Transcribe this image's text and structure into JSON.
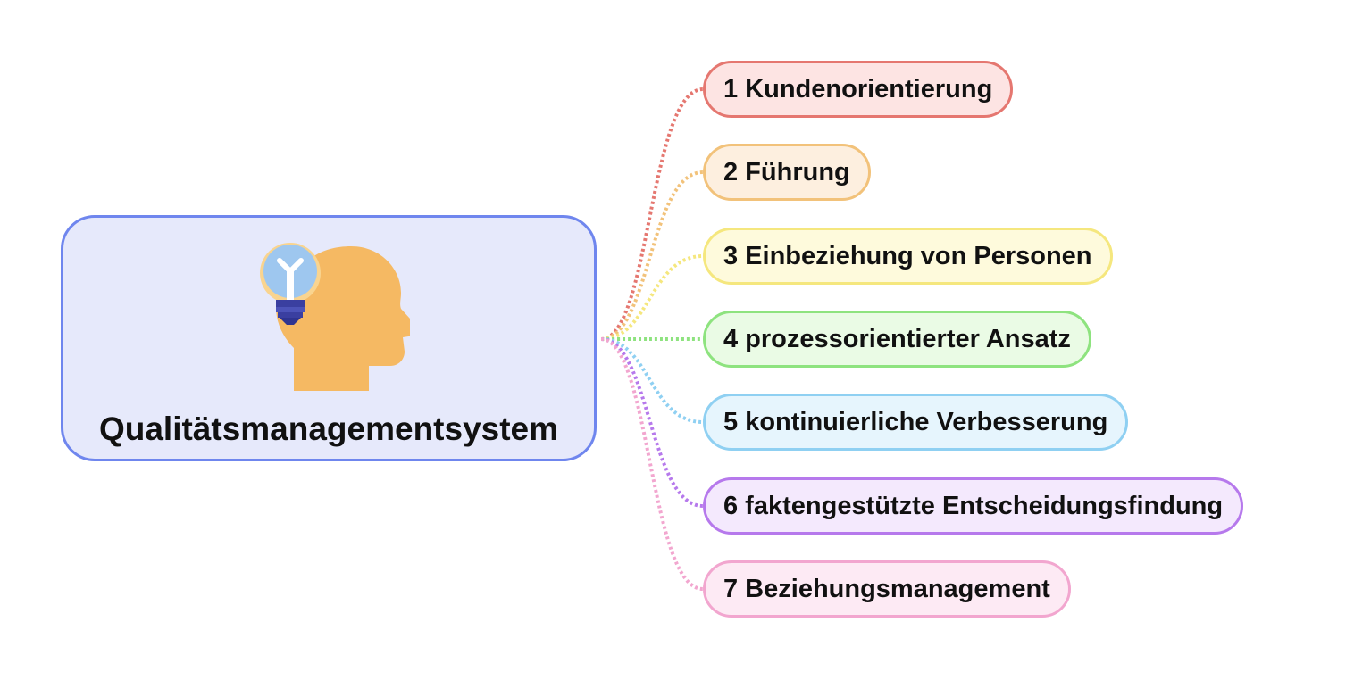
{
  "central": {
    "title": "Qualitätsmanagementsystem",
    "icon": "head-lightbulb-icon",
    "border_color": "#6f86ee",
    "fill_color": "#e6e9fb"
  },
  "branches": [
    {
      "label": "1 Kundenorientierung",
      "border": "#e57770",
      "fill": "#fde4e3",
      "line": "#e57770"
    },
    {
      "label": "2 Führung",
      "border": "#f2c27a",
      "fill": "#fdefdf",
      "line": "#f2c27a"
    },
    {
      "label": "3 Einbeziehung von Personen",
      "border": "#f5e77e",
      "fill": "#fefadc",
      "line": "#f5e77e"
    },
    {
      "label": "4 prozessorientierter Ansatz",
      "border": "#8ee37f",
      "fill": "#eafbe5",
      "line": "#8ee37f"
    },
    {
      "label": "5 kontinuierliche Verbesserung",
      "border": "#8fd0f2",
      "fill": "#e6f5fd",
      "line": "#8fd0f2"
    },
    {
      "label": "6 faktengestützte Entscheidungsfindung",
      "border": "#b679ec",
      "fill": "#f4e9fd",
      "line": "#b679ec"
    },
    {
      "label": "7 Beziehungsmanagement",
      "border": "#f2a6cf",
      "fill": "#fdeaf4",
      "line": "#f2a6cf"
    }
  ]
}
